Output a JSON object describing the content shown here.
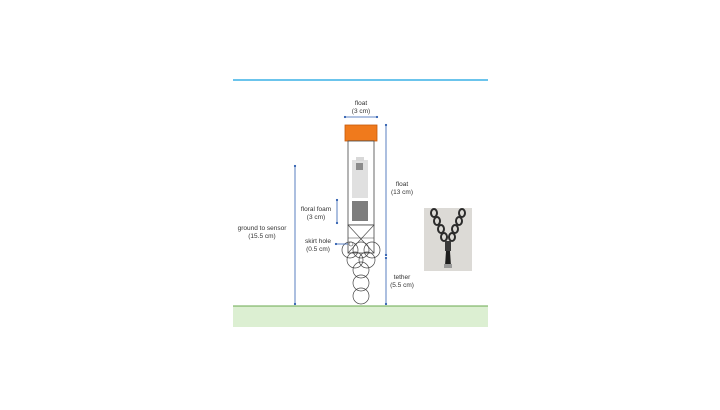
{
  "colors": {
    "water_line": "#3ab0e6",
    "ground_fill": "#dcefd2",
    "ground_line": "#6aa84f",
    "float_cap": "#f07a1c",
    "float_cap_border": "#c65a0a",
    "measure": "#2f5fb0",
    "outline": "#444444"
  },
  "labels": {
    "float_top": "float",
    "float_top_size": "(3 cm)",
    "float_side": "float",
    "float_side_size": "(13 cm)",
    "floral_foam": "floral foam",
    "floral_foam_size": "(3 cm)",
    "ground_to_sensor": "ground to sensor",
    "ground_to_sensor_size": "(15.5 cm)",
    "skirt_hole": "skirt hole",
    "skirt_hole_size": "(0.5 cm)",
    "tether": "tether",
    "tether_size": "(5.5 cm)"
  },
  "icons": {
    "photo": "tether-chain-photo"
  }
}
